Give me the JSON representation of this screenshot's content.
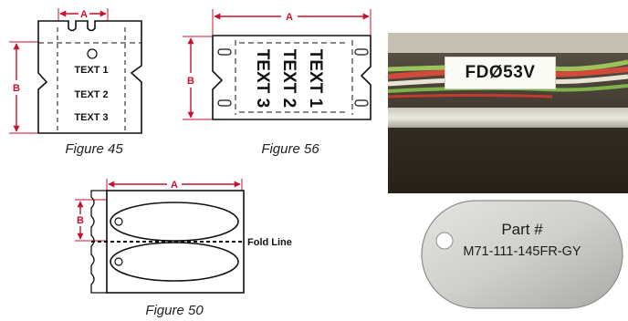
{
  "figure45": {
    "caption": "Figure 45",
    "dim_a": "A",
    "dim_b": "B",
    "lines": [
      "TEXT 1",
      "TEXT 2",
      "TEXT 3"
    ]
  },
  "figure56": {
    "caption": "Figure 56",
    "dim_a": "A",
    "dim_b": "B",
    "lines": [
      "TEXT 1",
      "TEXT 2",
      "TEXT 3"
    ]
  },
  "figure50": {
    "caption": "Figure 50",
    "dim_a": "A",
    "dim_b": "B",
    "fold_label": "Fold Line"
  },
  "photo_cable": {
    "label_text": "FDØ53V"
  },
  "photo_tag": {
    "line1": "Part #",
    "line2": "M71-111-145FR-GY"
  },
  "colors": {
    "dimension": "#c8102e",
    "outline": "#111111"
  }
}
